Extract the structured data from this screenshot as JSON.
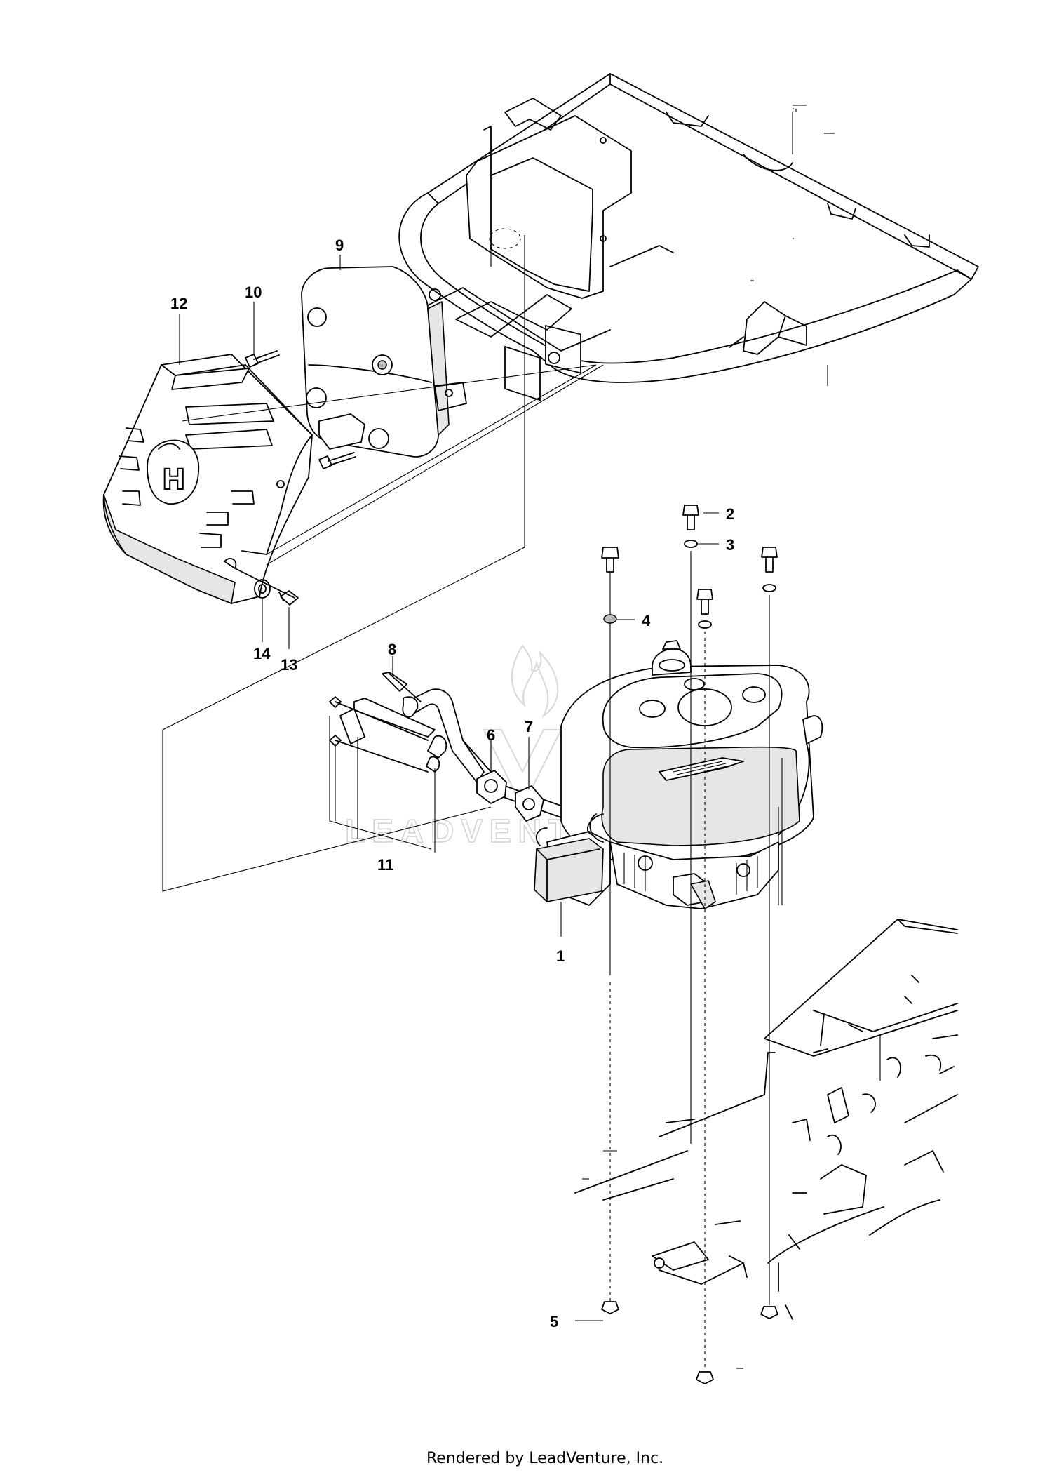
{
  "diagram": {
    "callouts": [
      {
        "id": "1",
        "label": "1"
      },
      {
        "id": "2",
        "label": "2"
      },
      {
        "id": "3",
        "label": "3"
      },
      {
        "id": "4",
        "label": "4"
      },
      {
        "id": "5",
        "label": "5"
      },
      {
        "id": "6",
        "label": "6"
      },
      {
        "id": "7",
        "label": "7"
      },
      {
        "id": "8",
        "label": "8"
      },
      {
        "id": "9",
        "label": "9"
      },
      {
        "id": "10",
        "label": "10"
      },
      {
        "id": "11",
        "label": "11"
      },
      {
        "id": "12",
        "label": "12"
      },
      {
        "id": "13",
        "label": "13"
      },
      {
        "id": "14",
        "label": "14"
      }
    ],
    "watermark_text": "LEADVENTURE",
    "logo_letter": "H"
  },
  "footer": {
    "credit": "Rendered by LeadVenture, Inc."
  }
}
